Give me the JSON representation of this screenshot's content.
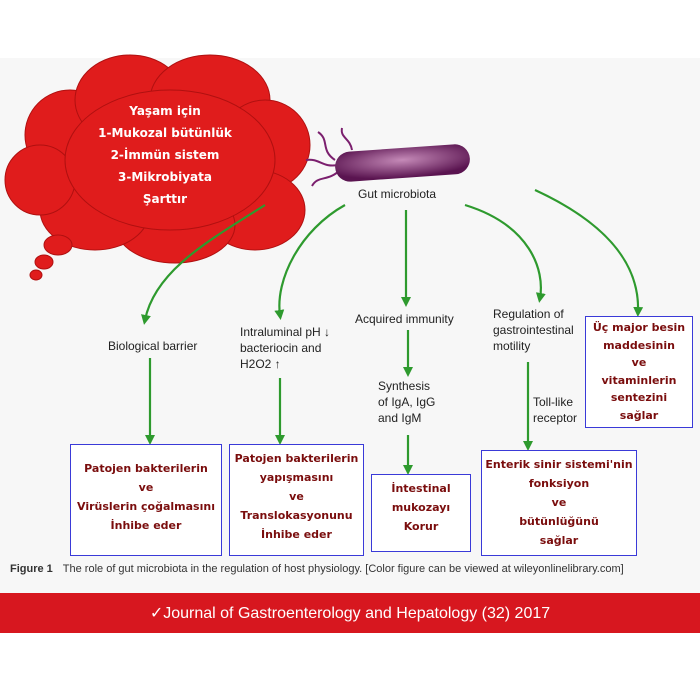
{
  "cloud": {
    "lines": [
      "Yaşam için",
      "1-Mukozal bütünlük",
      "2-İmmün sistem",
      "3-Mikrobiyata",
      "Şarttır"
    ]
  },
  "center": {
    "label": "Gut microbiota"
  },
  "branches": {
    "biological_barrier": "Biological barrier",
    "intraluminal": [
      "Intraluminal pH ↓",
      "bacteriocin and",
      "H2O2 ↑"
    ],
    "acquired_immunity": "Acquired immunity",
    "synthesis": [
      "Synthesis",
      "of IgA, IgG",
      "and IgM"
    ],
    "regulation": [
      "Regulation of",
      "gastrointestinal",
      "motility"
    ],
    "toll_like": [
      "Toll-like",
      "receptor"
    ]
  },
  "boxes": {
    "patojen_virus": [
      "Patojen bakterilerin",
      "ve",
      "Virüslerin çoğalmasını",
      "İnhibe eder"
    ],
    "patojen_yapisma": [
      "Patojen bakterilerin",
      "yapışmasını",
      "ve",
      "Translokasyonunu",
      "İnhibe eder"
    ],
    "intestinal": [
      "İntestinal",
      "mukozayı",
      "Korur"
    ],
    "enterik": [
      "Enterik sinir sistemi'nin",
      "fonksiyon",
      "ve",
      "bütünlüğünü",
      "sağlar"
    ],
    "uc_major": [
      "Üç major besin",
      "maddesinin",
      "ve",
      "vitaminlerin",
      "sentezini",
      "sağlar"
    ]
  },
  "caption": {
    "figure": "Figure 1",
    "text": "The role of gut microbiota in the regulation of host physiology. [Color figure can be viewed at wileyonlinelibrary.com]"
  },
  "footer": {
    "citation": "✓Journal of Gastroenterology and Hepatology (32) 2017"
  },
  "colors": {
    "cloud": "#e01c1c",
    "arrow": "#2e9a2e",
    "box_border": "#3a3ad8",
    "box_text": "#7a0d0d",
    "band": "#d7171f",
    "bacterium": "#7b1f6e"
  }
}
